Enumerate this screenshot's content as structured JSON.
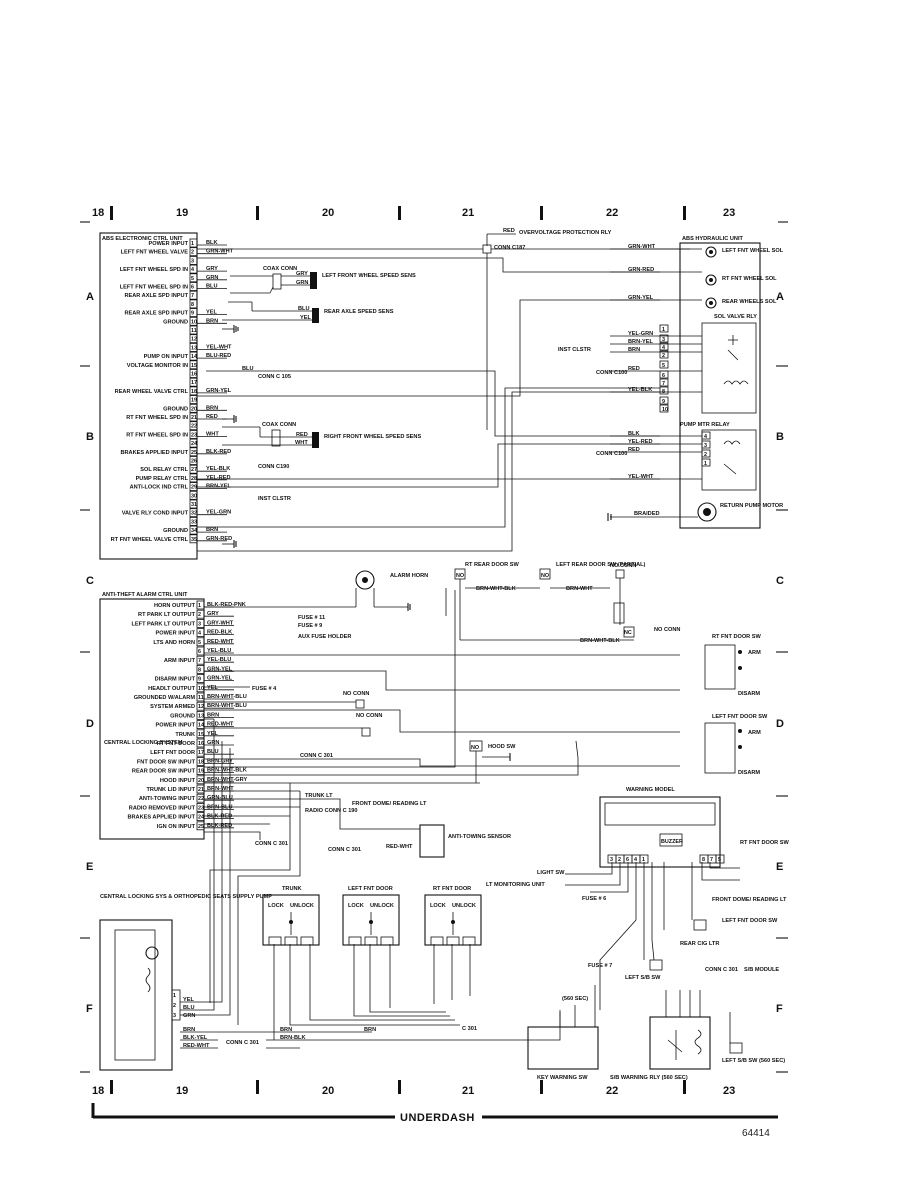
{
  "grid": {
    "columns": [
      "18",
      "19",
      "20",
      "21",
      "22",
      "23"
    ],
    "rows": [
      "A",
      "B",
      "C",
      "D",
      "E",
      "F"
    ]
  },
  "footer": {
    "title": "UNDERDASH",
    "figure_number": "64414"
  },
  "abs_ctrl": {
    "title": "ABS ELECTRONIC CTRL UNIT",
    "pins": [
      {
        "n": "1",
        "label": "POWER INPUT",
        "wire": "BLK"
      },
      {
        "n": "2",
        "label": "LEFT FNT WHEEL VALVE",
        "wire": "GRN-WHT"
      },
      {
        "n": "3",
        "label": "",
        "wire": ""
      },
      {
        "n": "4",
        "label": "LEFT FNT WHEEL SPD IN",
        "wire": "GRY"
      },
      {
        "n": "5",
        "label": "",
        "wire": "GRN"
      },
      {
        "n": "6",
        "label": "LEFT FNT WHEEL SPD IN",
        "wire": "BLU"
      },
      {
        "n": "7",
        "label": "REAR AXLE SPD INPUT",
        "wire": ""
      },
      {
        "n": "8",
        "label": "",
        "wire": ""
      },
      {
        "n": "9",
        "label": "REAR AXLE SPD INPUT",
        "wire": "YEL"
      },
      {
        "n": "10",
        "label": "GROUND",
        "wire": "BRN"
      },
      {
        "n": "11",
        "label": "",
        "wire": ""
      },
      {
        "n": "12",
        "label": "",
        "wire": ""
      },
      {
        "n": "13",
        "label": "",
        "wire": "YEL-WHT"
      },
      {
        "n": "14",
        "label": "PUMP ON INPUT",
        "wire": "BLU-RED"
      },
      {
        "n": "15",
        "label": "VOLTAGE MONITOR IN",
        "wire": ""
      },
      {
        "n": "16",
        "label": "",
        "wire": ""
      },
      {
        "n": "17",
        "label": "",
        "wire": ""
      },
      {
        "n": "18",
        "label": "REAR WHEEL VALVE CTRL",
        "wire": "GRN-YEL"
      },
      {
        "n": "19",
        "label": "",
        "wire": ""
      },
      {
        "n": "20",
        "label": "GROUND",
        "wire": "BRN"
      },
      {
        "n": "21",
        "label": "RT FNT WHEEL SPD IN",
        "wire": "RED"
      },
      {
        "n": "22",
        "label": "",
        "wire": ""
      },
      {
        "n": "23",
        "label": "RT FNT WHEEL SPD IN",
        "wire": "WHT"
      },
      {
        "n": "24",
        "label": "",
        "wire": ""
      },
      {
        "n": "25",
        "label": "BRAKES APPLIED INPUT",
        "wire": "BLK-RED"
      },
      {
        "n": "26",
        "label": "",
        "wire": ""
      },
      {
        "n": "27",
        "label": "SOL RELAY CTRL",
        "wire": "YEL-BLK"
      },
      {
        "n": "28",
        "label": "PUMP RELAY CTRL",
        "wire": "YEL-RED"
      },
      {
        "n": "29",
        "label": "ANTI-LOCK IND CTRL",
        "wire": "BRN-YEL"
      },
      {
        "n": "30",
        "label": "",
        "wire": ""
      },
      {
        "n": "31",
        "label": "",
        "wire": ""
      },
      {
        "n": "32",
        "label": "VALVE RLY COND INPUT",
        "wire": "YEL-GRN"
      },
      {
        "n": "33",
        "label": "",
        "wire": ""
      },
      {
        "n": "34",
        "label": "GROUND",
        "wire": "BRN"
      },
      {
        "n": "35",
        "label": "RT FNT WHEEL VALVE CTRL",
        "wire": "GRN-RED"
      }
    ],
    "notes": {
      "coax_conn": "COAX CONN",
      "left_front_sens": "LEFT FRONT WHEEL SPEED SENS",
      "rear_axle_sens": "REAR AXLE SPEED SENS",
      "right_front_sens": "RIGHT FRONT WHEEL SPEED SENS",
      "conn_c105": "CONN C 105",
      "conn_c190": "CONN C190",
      "inst_clstr": "INST CLSTR",
      "gry": "GRY",
      "wht": "WHT",
      "grn": "GRN",
      "blu": "BLU",
      "yel": "YEL",
      "red": "RED",
      "blu2": "BLU"
    }
  },
  "ovp": {
    "label": "OVERVOLTAGE PROTECTION RLY",
    "wire": "RED",
    "conn": "CONN C187"
  },
  "hyd": {
    "title": "ABS HYDRAULIC UNIT",
    "lf_sol": "LEFT FNT WHEEL SOL",
    "rf_sol": "RT FNT WHEEL SOL",
    "rear_sol": "REAR WHEELS SOL",
    "sol_relay": "SOL VALVE RLY",
    "pump_relay": "PUMP MTR RELAY",
    "return_pump": "RETURN PUMP MOTOR",
    "braided": "BRAIDED",
    "inst_clstr": "INST CLSTR",
    "conn_c100a": "CONN C100",
    "conn_c100b": "CONN C100",
    "wires": [
      "GRN-WHT",
      "GRN-RED",
      "GRN-YEL",
      "YEL-GRN",
      "BRN-YEL",
      "BRN",
      "RED",
      "YEL-BLK",
      "BLK",
      "YEL-RED",
      "RED",
      "YEL-WHT"
    ],
    "pins_top": [
      "1",
      "3",
      "4",
      "2",
      "5",
      "6",
      "7",
      "8",
      "9",
      "10"
    ],
    "pins_bottom": [
      "4",
      "3",
      "2",
      "1"
    ]
  },
  "alarm": {
    "title": "ANTI-THEFT ALARM CTRL UNIT",
    "horn": "ALARM HORN",
    "pins": [
      {
        "n": "1",
        "label": "HORN OUTPUT",
        "wire": "BLK-RED-PNK"
      },
      {
        "n": "2",
        "label": "RT PARK LT OUTPUT",
        "wire": "GRY"
      },
      {
        "n": "3",
        "label": "LEFT PARK LT OUTPUT",
        "wire": "GRY-WHT"
      },
      {
        "n": "4",
        "label": "POWER INPUT",
        "wire": "RED-BLK"
      },
      {
        "n": "5",
        "label": "LTS AND HORN",
        "wire": "RED-WHT"
      },
      {
        "n": "6",
        "label": "",
        "wire": "YEL-BLU"
      },
      {
        "n": "7",
        "label": "ARM INPUT",
        "wire": "YEL-BLU"
      },
      {
        "n": "8",
        "label": "",
        "wire": "GRN-YEL"
      },
      {
        "n": "9",
        "label": "DISARM INPUT",
        "wire": "GRN-YEL"
      },
      {
        "n": "10",
        "label": "HEADLT OUTPUT",
        "wire": "YEL"
      },
      {
        "n": "11",
        "label": "GROUNDED W/ALARM",
        "wire": "BRN-WHT-BLU"
      },
      {
        "n": "12",
        "label": "SYSTEM ARMED",
        "wire": "BRN-WHT-BLU"
      },
      {
        "n": "13",
        "label": "GROUND",
        "wire": "BRN"
      },
      {
        "n": "14",
        "label": "POWER INPUT",
        "wire": "RED-WHT"
      },
      {
        "n": "15",
        "label": "TRUNK",
        "wire": "YEL"
      },
      {
        "n": "16",
        "label": "RT FNT DOOR",
        "wire": "GRN"
      },
      {
        "n": "17",
        "label": "LEFT FNT DOOR",
        "wire": "BLU"
      },
      {
        "n": "18",
        "label": "FNT DOOR SW INPUT",
        "wire": "BRN-GRY"
      },
      {
        "n": "19",
        "label": "REAR DOOR SW INPUT",
        "wire": "BRN-WHT-BLK"
      },
      {
        "n": "20",
        "label": "HOOD INPUT",
        "wire": "BRN-WHT-GRY"
      },
      {
        "n": "21",
        "label": "TRUNK LID INPUT",
        "wire": "BRN-WHT"
      },
      {
        "n": "22",
        "label": "ANTI-TOWING INPUT",
        "wire": "GRN-BLU"
      },
      {
        "n": "23",
        "label": "RADIO REMOVED INPUT",
        "wire": "BRN-BLU"
      },
      {
        "n": "24",
        "label": "BRAKES APPLIED INPUT",
        "wire": "BLK-RED"
      },
      {
        "n": "25",
        "label": "IGN ON INPUT",
        "wire": "BLK-RED"
      }
    ],
    "central_locking": "CENTRAL LOCKING SYSTEM",
    "fuse11": "FUSE # 11",
    "fuse9": "FUSE # 9",
    "aux_fuse": "AUX FUSE HOLDER",
    "fuse4": "FUSE # 4",
    "no_conn1": "NO CONN",
    "no_conn2": "NO CONN",
    "conn_c301a": "CONN C 301",
    "trunk_lt": "TRUNK LT",
    "radio_conn": "RADIO CONN C 190",
    "conn_c301b": "CONN C 301",
    "front_dome": "FRONT DOME/ READING LT",
    "anti_towing": "ANTI-TOWING SENSOR",
    "conn_c301c": "CONN C 301",
    "red_wht": "RED-WHT"
  },
  "doors": {
    "rt_rear": "RT REAR DOOR SW",
    "left_rear": "LEFT REAR DOOR SW (PARTIAL)",
    "no_conn": "NO CONN",
    "brn_wht_blk": "BRN-WHT-BLK",
    "brn_wht": "BRN-WHT",
    "rt_fnt": "RT FNT DOOR SW",
    "left_fnt": "LEFT FNT DOOR SW",
    "arm": "ARM",
    "disarm": "DISARM",
    "hood_sw": "HOOD SW",
    "nc": "NC",
    "no": "NO"
  },
  "warning": {
    "title": "WARNING MODEL",
    "buzzer": "BUZZER",
    "light_sw": "LIGHT SW",
    "lt_monitor": "LT MONITORING UNIT",
    "fuse6": "FUSE # 6",
    "fuse7": "FUSE # 7",
    "rt_fnt_door": "RT FNT DOOR SW",
    "front_dome": "FRONT DOME/ READING LT",
    "left_fnt_door": "LEFT FNT DOOR SW",
    "rear_cig": "REAR CIG LTR",
    "left_sb": "LEFT S/B SW",
    "conn_c301": "CONN C 301",
    "sb_module": "S/B MODULE",
    "sec560": "(560 SEC)",
    "left_sb_sw2": "LEFT S/B SW (560 SEC)",
    "key_warning": "KEY WARNING SW",
    "sb_warning": "S/B WARNING RLY (560 SEC)",
    "pins": [
      "3",
      "2",
      "6",
      "4",
      "1",
      "8",
      "7",
      "5"
    ]
  },
  "locking": {
    "supply": "CENTRAL LOCKING SYS & ORTHOPEDIC SEATS SUPPLY PUMP",
    "trunk": "TRUNK",
    "left_fnt": "LEFT FNT DOOR",
    "rt_fnt": "RT FNT DOOR",
    "lock": "LOCK",
    "unlock": "UNLOCK",
    "conn_c301": "CONN C 301",
    "c301": "C 301",
    "wires": [
      "YEL",
      "BLU",
      "GRN",
      "BRN",
      "BLK-YEL",
      "RED-WHT",
      "BRN",
      "BRN-BLK",
      "BRN"
    ]
  }
}
